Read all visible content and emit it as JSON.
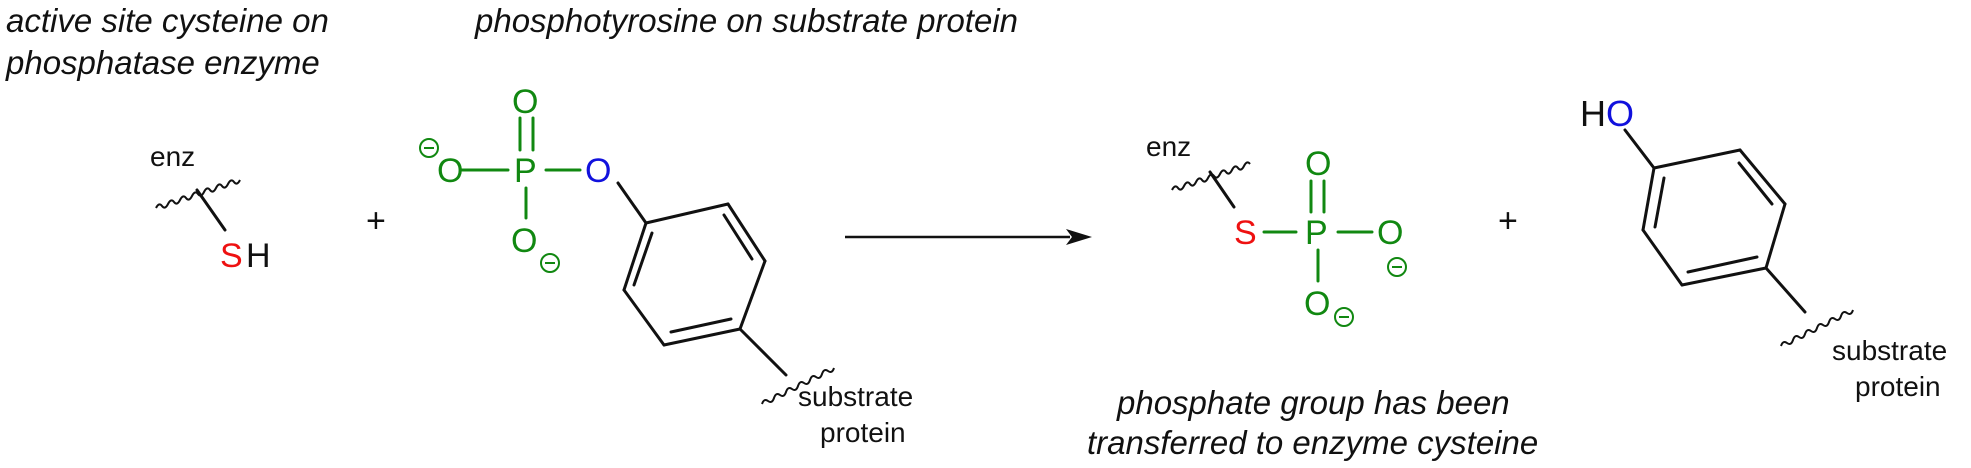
{
  "labels": {
    "cysteine": [
      "active site cysteine on",
      "phosphatase enzyme"
    ],
    "phosphotyrosine": "phosphotyrosine on substrate protein",
    "product_note": [
      "phosphate group has been",
      "transferred to enzyme cysteine"
    ]
  },
  "groups": {
    "enz": "enz",
    "substrate_line1": "substrate",
    "substrate_line2": "protein"
  },
  "atoms": {
    "S": "S",
    "H": "H",
    "O": "O",
    "P": "P",
    "minus": "−"
  },
  "operators": {
    "plus": "+"
  },
  "colors": {
    "sulfur": "#ee1111",
    "oxygen_phosphate": "#118811",
    "oxygen_ester": "#1111dd",
    "text": "#111111"
  }
}
